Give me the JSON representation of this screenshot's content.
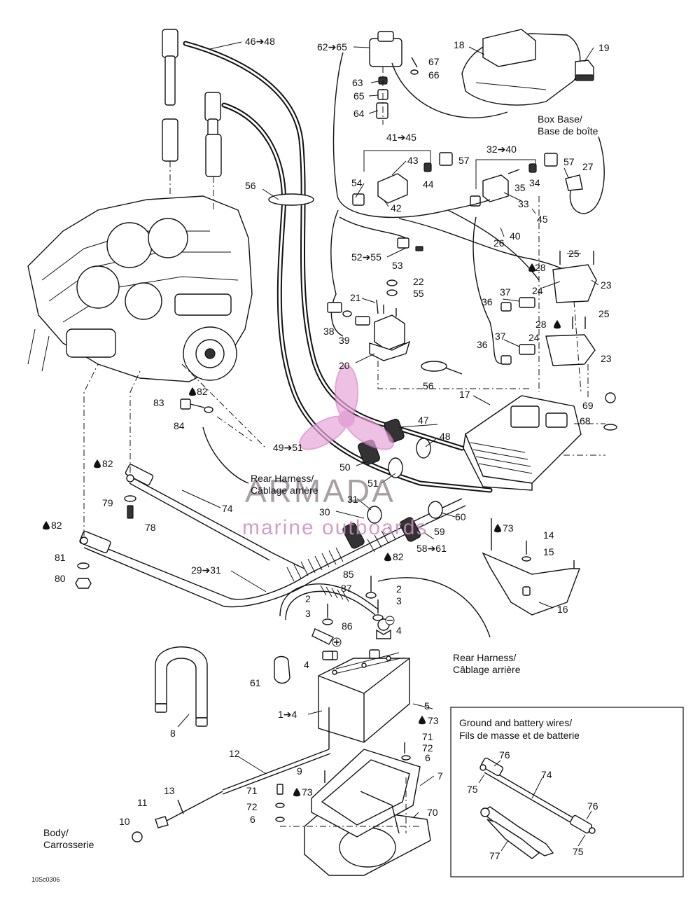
{
  "callouts": [
    {
      "label": "46➔48"
    },
    {
      "label": "62➔65"
    },
    {
      "label": "18"
    },
    {
      "label": "19"
    },
    {
      "label": "67"
    },
    {
      "label": "66"
    },
    {
      "label": "63"
    },
    {
      "label": "65"
    },
    {
      "label": "64"
    },
    {
      "label": "41➔45"
    },
    {
      "label": "43"
    },
    {
      "label": "57"
    },
    {
      "label": "44"
    },
    {
      "label": "54"
    },
    {
      "label": "42"
    },
    {
      "label": "32➔40"
    },
    {
      "label": "57"
    },
    {
      "label": "27"
    },
    {
      "label": "35"
    },
    {
      "label": "34"
    },
    {
      "label": "33"
    },
    {
      "label": "45"
    },
    {
      "label": "26"
    },
    {
      "label": "40"
    },
    {
      "label": "56"
    },
    {
      "label": "52➔55"
    },
    {
      "label": "53"
    },
    {
      "label": "25"
    },
    {
      "label": "28"
    },
    {
      "label": "23"
    },
    {
      "label": "24"
    },
    {
      "label": "22"
    },
    {
      "label": "55"
    },
    {
      "label": "21"
    },
    {
      "label": "37"
    },
    {
      "label": "36"
    },
    {
      "label": "38"
    },
    {
      "label": "39"
    },
    {
      "label": "25"
    },
    {
      "label": "28"
    },
    {
      "label": "37"
    },
    {
      "label": "24"
    },
    {
      "label": "36"
    },
    {
      "label": "23"
    },
    {
      "label": "20"
    },
    {
      "label": "56"
    },
    {
      "label": "17"
    },
    {
      "label": "69"
    },
    {
      "label": "68"
    },
    {
      "label": "82"
    },
    {
      "label": "83"
    },
    {
      "label": "84"
    },
    {
      "label": "47"
    },
    {
      "label": "48"
    },
    {
      "label": "49➔51"
    },
    {
      "label": "50"
    },
    {
      "label": "51"
    },
    {
      "label": "82"
    },
    {
      "label": "79"
    },
    {
      "label": "78"
    },
    {
      "label": "74"
    },
    {
      "label": "31"
    },
    {
      "label": "30"
    },
    {
      "label": "60"
    },
    {
      "label": "59"
    },
    {
      "label": "58➔61"
    },
    {
      "label": "82"
    },
    {
      "label": "81"
    },
    {
      "label": "80"
    },
    {
      "label": "29➔31"
    },
    {
      "label": "73"
    },
    {
      "label": "14"
    },
    {
      "label": "15"
    },
    {
      "label": "16"
    },
    {
      "label": "85"
    },
    {
      "label": "82"
    },
    {
      "label": "87"
    },
    {
      "label": "2"
    },
    {
      "label": "3"
    },
    {
      "label": "2"
    },
    {
      "label": "3"
    },
    {
      "label": "86"
    },
    {
      "label": "4"
    },
    {
      "label": "4"
    },
    {
      "label": "61"
    },
    {
      "label": "1➔4"
    },
    {
      "label": "5"
    },
    {
      "label": "73"
    },
    {
      "label": "71"
    },
    {
      "label": "72"
    },
    {
      "label": "6"
    },
    {
      "label": "8"
    },
    {
      "label": "12"
    },
    {
      "label": "9"
    },
    {
      "label": "7"
    },
    {
      "label": "13"
    },
    {
      "label": "71"
    },
    {
      "label": "73"
    },
    {
      "label": "72"
    },
    {
      "label": "6"
    },
    {
      "label": "70"
    },
    {
      "label": "11"
    },
    {
      "label": "10"
    }
  ],
  "notes": {
    "box_base_en": "Box Base/",
    "box_base_fr": "Base de boîte",
    "rear_harness_en_1": "Rear Harness/",
    "rear_harness_fr_1": "Câblage arrière",
    "rear_harness_en_2": "Rear Harness/",
    "rear_harness_fr_2": "Câblage arrière",
    "body_en": "Body/",
    "body_fr": "Carrosserie",
    "figure_code": "10Sc0306"
  },
  "inset": {
    "title_en": "Ground and battery wires/",
    "title_fr": "Fils de masse et de batterie",
    "callouts": [
      "76",
      "74",
      "75",
      "76",
      "77",
      "75"
    ]
  },
  "watermark": {
    "brand": "ARMADA",
    "tagline": "marine outboards",
    "color_brand": "#8a7f88",
    "color_logo": "#d97fc6"
  }
}
